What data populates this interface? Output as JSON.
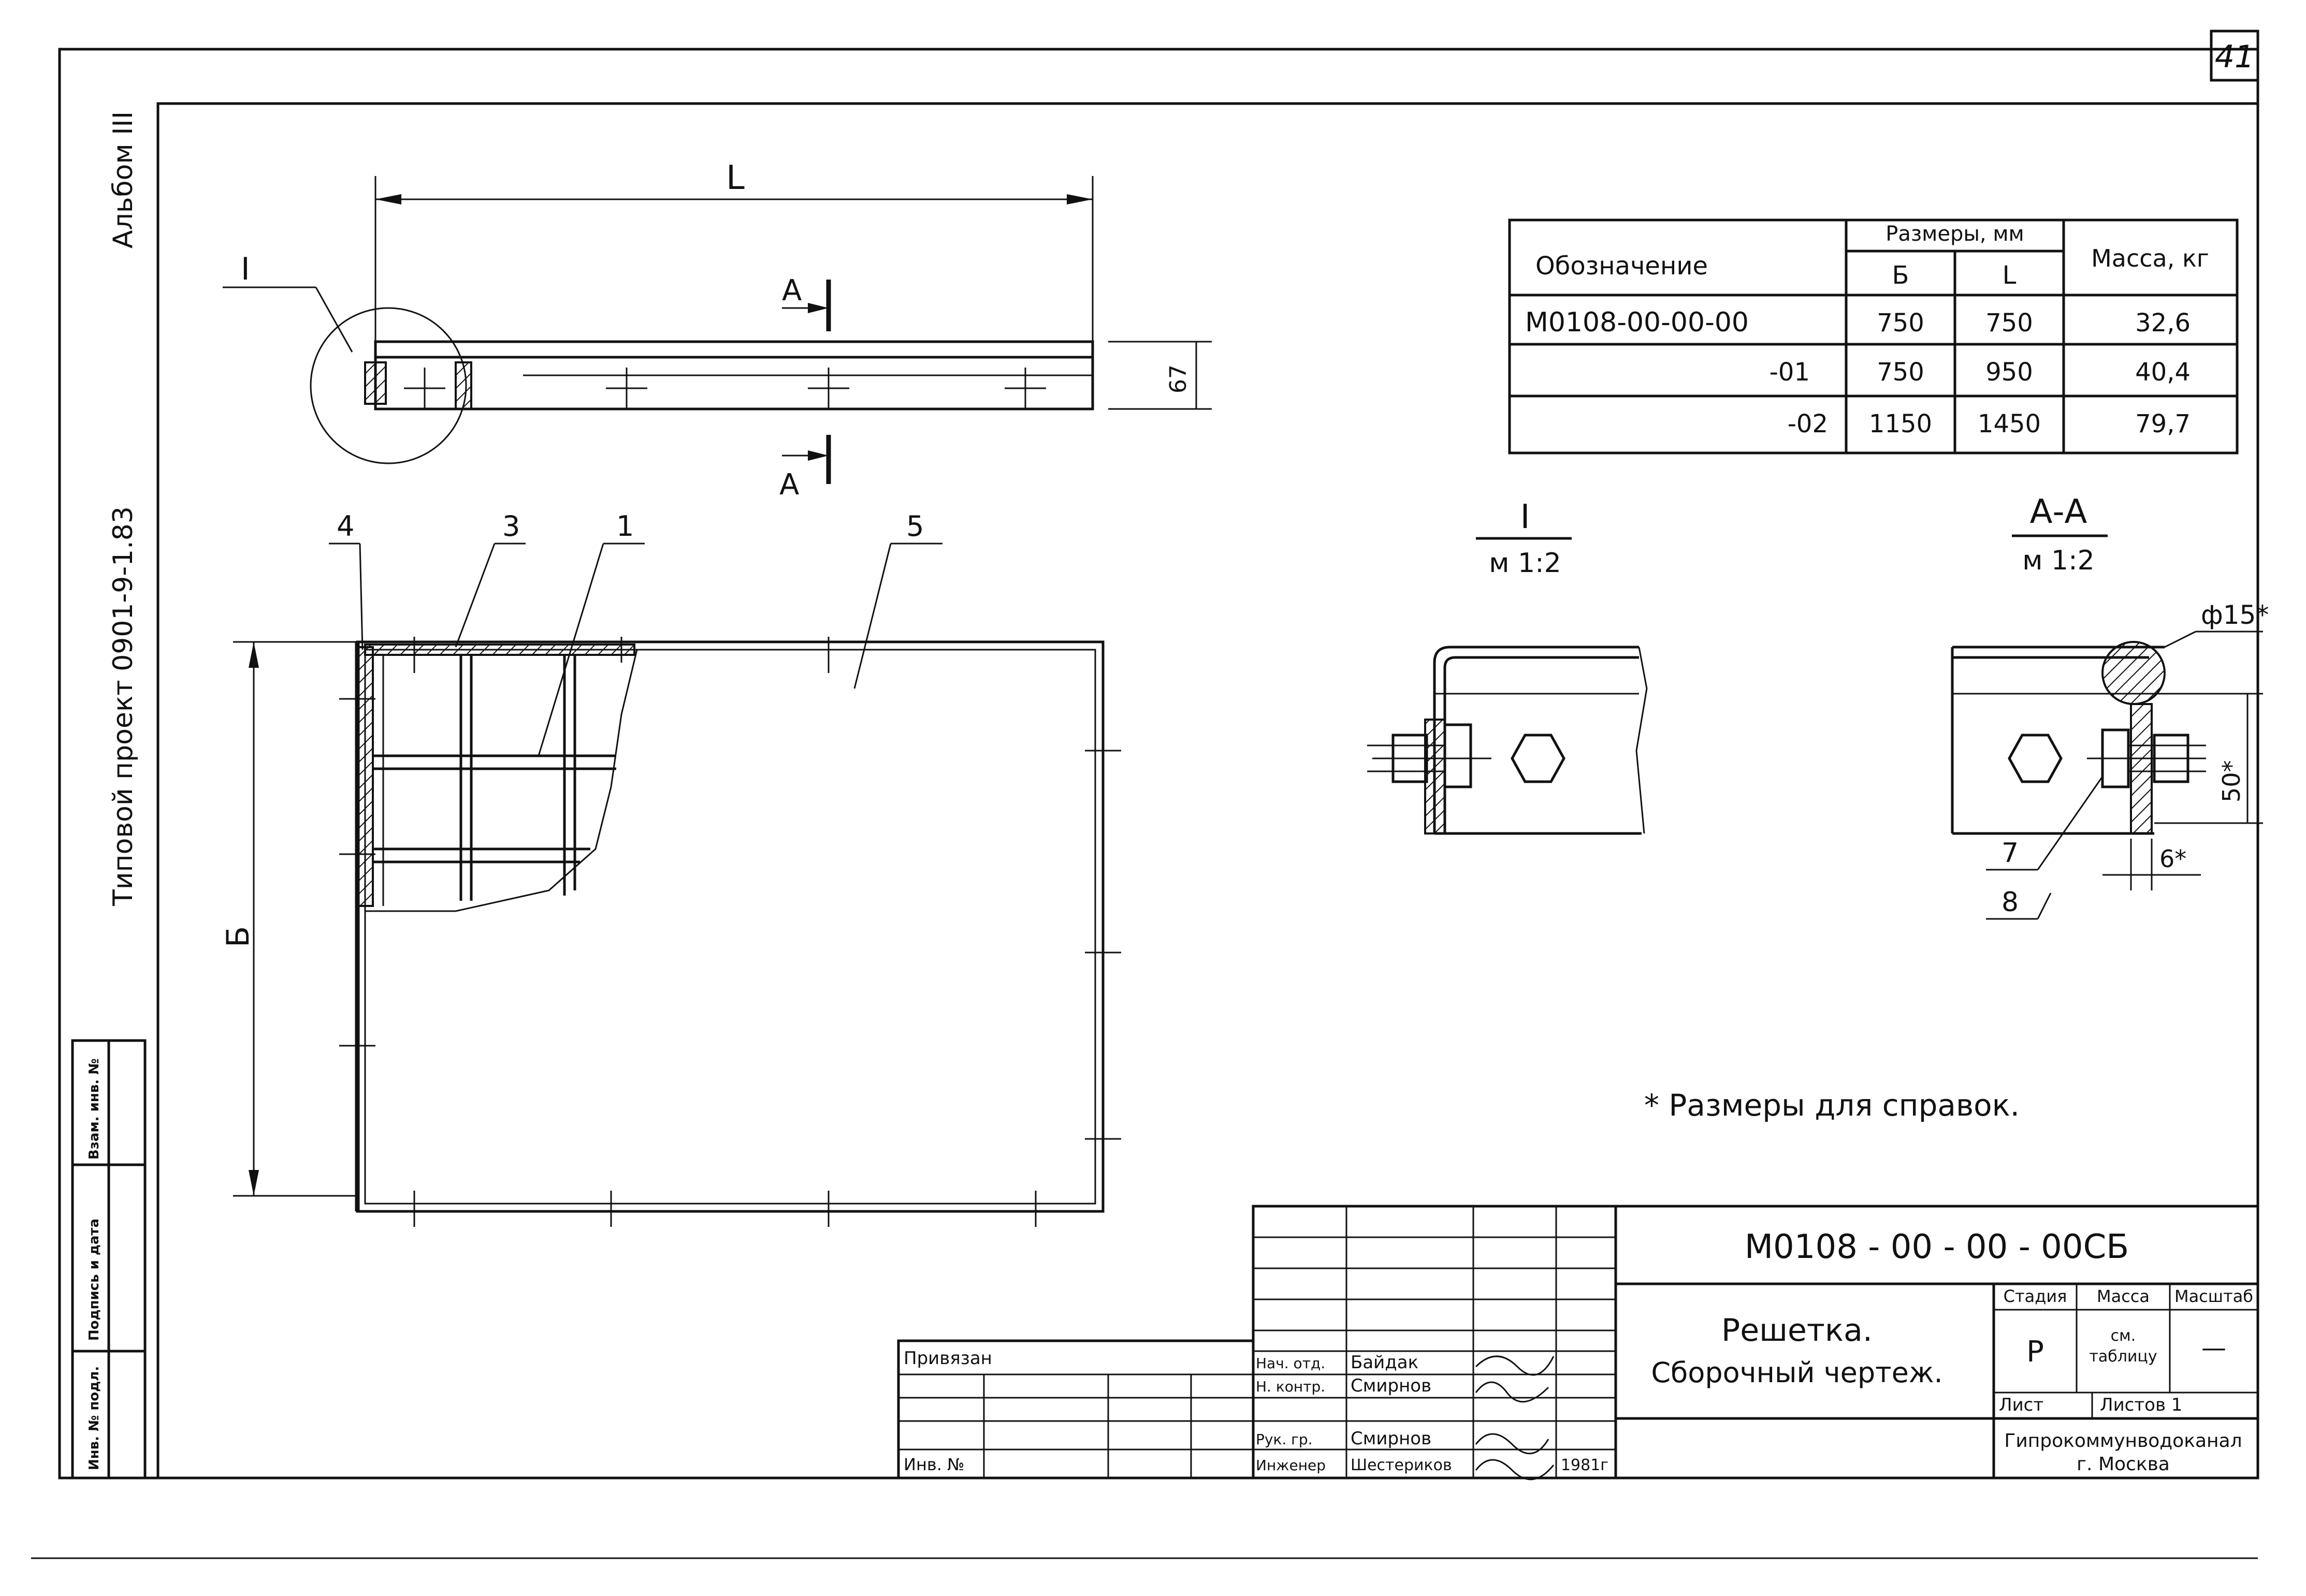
{
  "sheet": {
    "page_number": "41",
    "side_album": "Альбом III",
    "side_project": "Типовой проект 0901-9-1.83",
    "side_cells": [
      "Взам. инв. №",
      "Подпись и дата",
      "Инв. № подл."
    ]
  },
  "views": {
    "main": {
      "dim_length": "L",
      "dim_width": "Б",
      "dim_height": "67",
      "section_mark": "А",
      "detail_mark": "I",
      "callouts": [
        "4",
        "3",
        "1",
        "5"
      ]
    },
    "detail_I": {
      "title": "I",
      "scale": "м 1:2"
    },
    "section_AA": {
      "title": "А-А",
      "scale": "м 1:2",
      "dia_label": "ф15*",
      "dim_50": "50*",
      "dim_6": "6*",
      "callouts": [
        "7",
        "8"
      ]
    }
  },
  "size_table": {
    "header_designation": "Обозначение",
    "header_sizes": "Размеры, мм",
    "header_b": "Б",
    "header_l": "L",
    "header_mass": "Масса, кг",
    "rows": [
      {
        "designation": "М0108-00-00-00",
        "b": "750",
        "l": "750",
        "mass": "32,6"
      },
      {
        "designation": "-01",
        "b": "750",
        "l": "950",
        "mass": "40,4"
      },
      {
        "designation": "-02",
        "b": "1150",
        "l": "1450",
        "mass": "79,7"
      }
    ]
  },
  "note": "* Размеры для справок.",
  "title_block": {
    "doc_number": "М0108 - 00 - 00 - 00СБ",
    "name_line1": "Решетка.",
    "name_line2": "Сборочный чертеж.",
    "stage_header": "Стадия",
    "mass_header": "Масса",
    "scale_header": "Масштаб",
    "stage_value": "Р",
    "mass_value_1": "см.",
    "mass_value_2": "таблицу",
    "scale_value": "—",
    "sheet_label": "Лист",
    "sheets_label": "Листов 1",
    "org_line1": "Гипрокоммунводоканал",
    "org_line2": "г. Москва",
    "bound_label": "Привязан",
    "inv_label": "Инв. №",
    "year": "1981г",
    "signatures": [
      {
        "role": "Нач. отд.",
        "name": "Байдак"
      },
      {
        "role": "Н. контр.",
        "name": "Смирнов"
      },
      {
        "role": "Рук. гр.",
        "name": "Смирнов"
      },
      {
        "role": "Инженер",
        "name": "Шестериков"
      }
    ]
  }
}
